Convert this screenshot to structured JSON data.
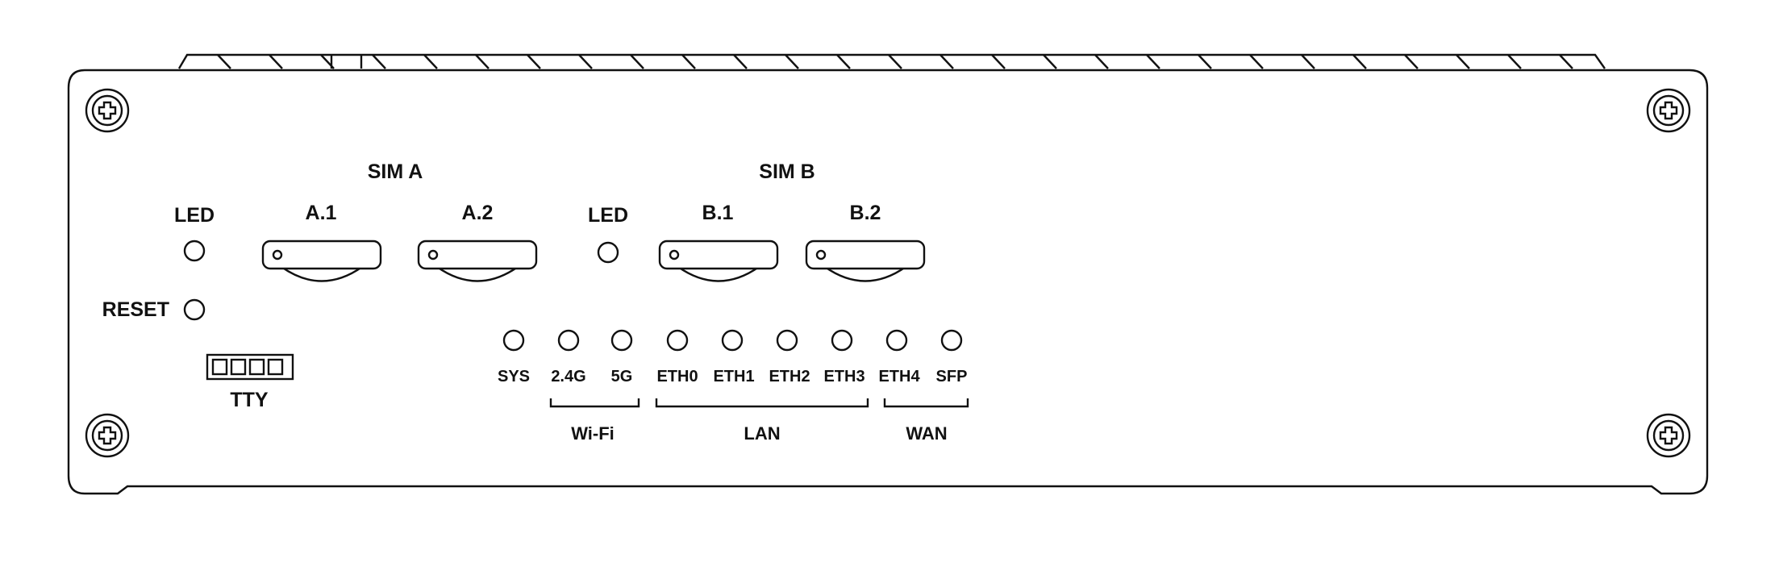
{
  "panel": {
    "sim_a": {
      "title": "SIM A",
      "slots": [
        {
          "label": "A.1"
        },
        {
          "label": "A.2"
        }
      ]
    },
    "sim_b": {
      "title": "SIM B",
      "slots": [
        {
          "label": "B.1"
        },
        {
          "label": "B.2"
        }
      ]
    },
    "led_left_label": "LED",
    "led_sim_b_label": "LED",
    "reset_label": "RESET",
    "tty_label": "TTY",
    "status_leds": [
      {
        "label": "SYS"
      },
      {
        "label": "2.4G"
      },
      {
        "label": "5G"
      },
      {
        "label": "ETH0"
      },
      {
        "label": "ETH1"
      },
      {
        "label": "ETH2"
      },
      {
        "label": "ETH3"
      },
      {
        "label": "ETH4"
      },
      {
        "label": "SFP"
      }
    ],
    "groups": {
      "wifi": "Wi-Fi",
      "lan": "LAN",
      "wan": "WAN"
    }
  }
}
